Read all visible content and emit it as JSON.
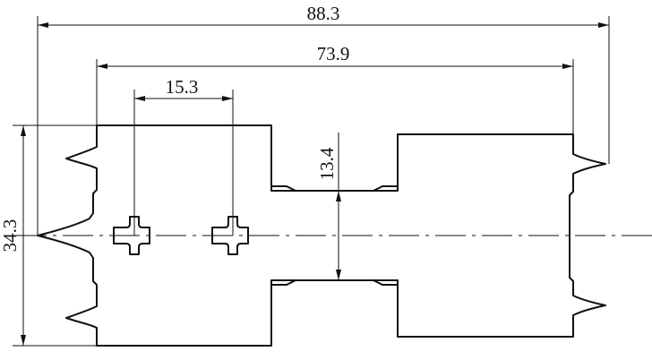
{
  "dimensions": {
    "overall_width": "88.3",
    "inner_width": "73.9",
    "hole_spacing": "15.3",
    "slot_height": "13.4",
    "overall_height": "34.3"
  },
  "colors": {
    "line": "#111111",
    "background": "#ffffff"
  }
}
